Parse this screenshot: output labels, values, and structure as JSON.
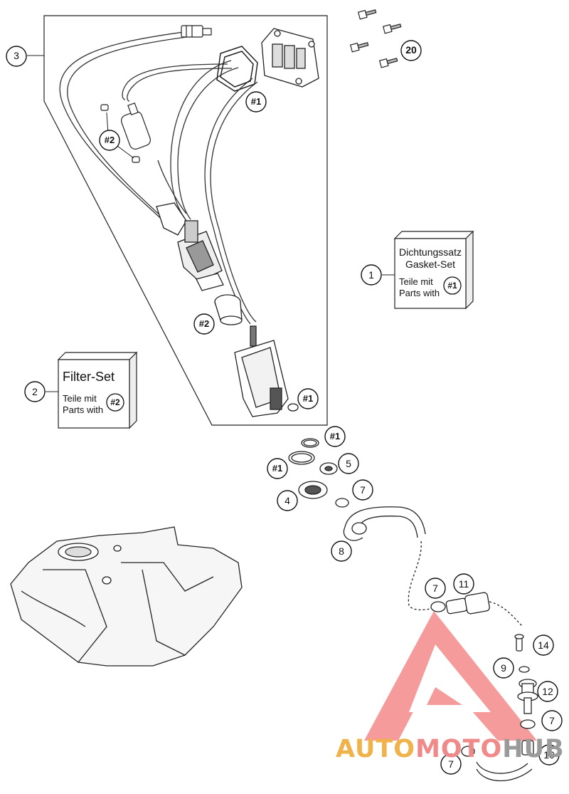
{
  "callouts": [
    {
      "id": "c-3",
      "text": "3"
    },
    {
      "id": "c-20",
      "text": "20"
    },
    {
      "id": "c-1a",
      "text": "#1"
    },
    {
      "id": "c-2a",
      "text": "#2"
    },
    {
      "id": "c-2b",
      "text": "#2"
    },
    {
      "id": "c-1b",
      "text": "#1"
    },
    {
      "id": "c-1",
      "text": "1"
    },
    {
      "id": "c-2",
      "text": "2"
    },
    {
      "id": "c-1c",
      "text": "#1"
    },
    {
      "id": "c-1d",
      "text": "#1"
    },
    {
      "id": "c-5",
      "text": "5"
    },
    {
      "id": "c-4",
      "text": "4"
    },
    {
      "id": "c-7a",
      "text": "7"
    },
    {
      "id": "c-8",
      "text": "8"
    },
    {
      "id": "c-7b",
      "text": "7"
    },
    {
      "id": "c-11",
      "text": "11"
    },
    {
      "id": "c-14",
      "text": "14"
    },
    {
      "id": "c-9",
      "text": "9"
    },
    {
      "id": "c-12",
      "text": "12"
    },
    {
      "id": "c-7c",
      "text": "7"
    },
    {
      "id": "c-7d",
      "text": "7"
    },
    {
      "id": "c-10",
      "text": "10"
    }
  ],
  "gasket_set_box": {
    "title_de": "Dichtungssatz",
    "title_en": "Gasket-Set",
    "parts_de": "Teile mit",
    "parts_en": "Parts with",
    "ref": "#1"
  },
  "filter_set_box": {
    "title": "Filter-Set",
    "parts_de": "Teile mit",
    "parts_en": "Parts with",
    "ref": "#2"
  },
  "watermark": {
    "part1": "AUTO",
    "part2": "MOTO",
    "part3": "HUB",
    "colors": {
      "part1": "#f0b24a",
      "part2": "#f08a8a",
      "part3": "#9a9a9a",
      "logo": "#f07070"
    }
  }
}
